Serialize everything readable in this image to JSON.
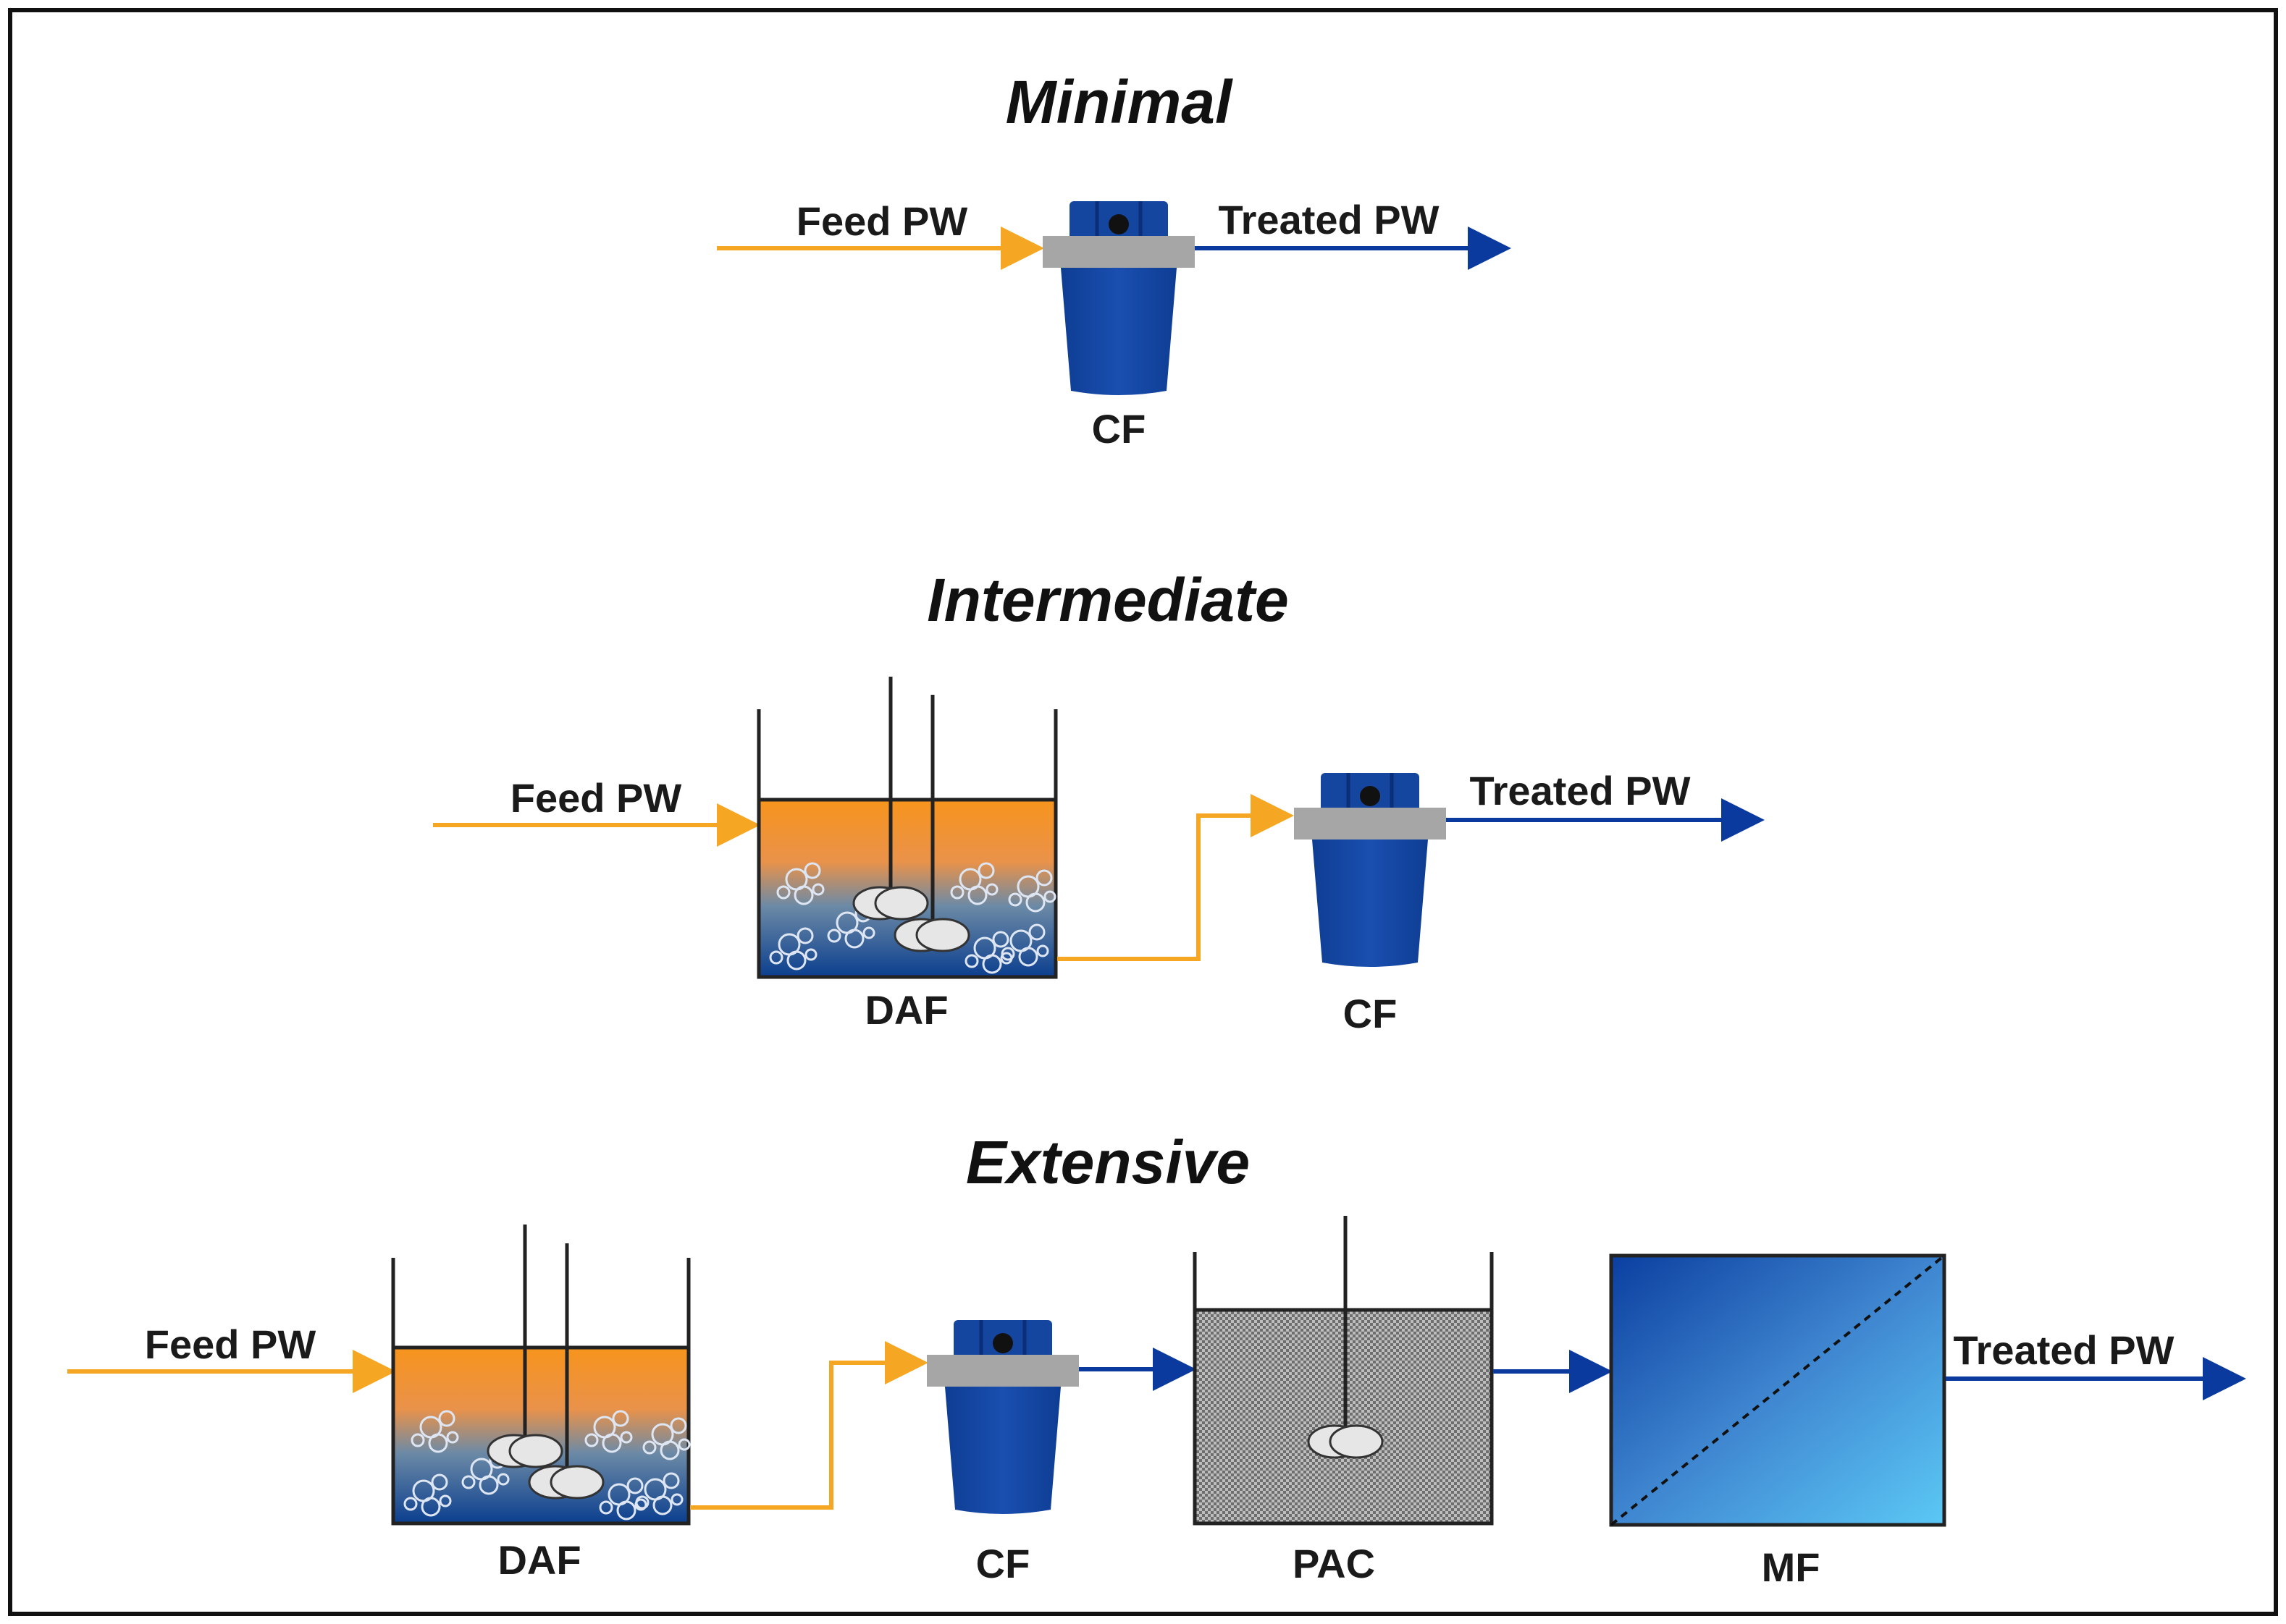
{
  "scenarios": {
    "minimal": {
      "title": "Minimal",
      "feed_label": "Feed PW",
      "treated_label": "Treated PW",
      "units": [
        "CF"
      ]
    },
    "intermediate": {
      "title": "Intermediate",
      "feed_label": "Feed PW",
      "treated_label": "Treated PW",
      "units": [
        "DAF",
        "CF"
      ]
    },
    "extensive": {
      "title": "Extensive",
      "feed_label": "Feed PW",
      "treated_label": "Treated PW",
      "units": [
        "DAF",
        "CF",
        "PAC",
        "MF"
      ]
    }
  },
  "colors": {
    "feed_stream": "#F5A623",
    "treated_stream": "#0B3A9E",
    "cartridge_filter": "#1446A0",
    "filter_cap": "#A6A6A6",
    "daf_top": "#F7941D",
    "daf_bottom": "#0B3E8E",
    "mf_dark": "#0B3FA0",
    "mf_light": "#5BC8F5",
    "pac_texture": "#8A8A8A"
  }
}
